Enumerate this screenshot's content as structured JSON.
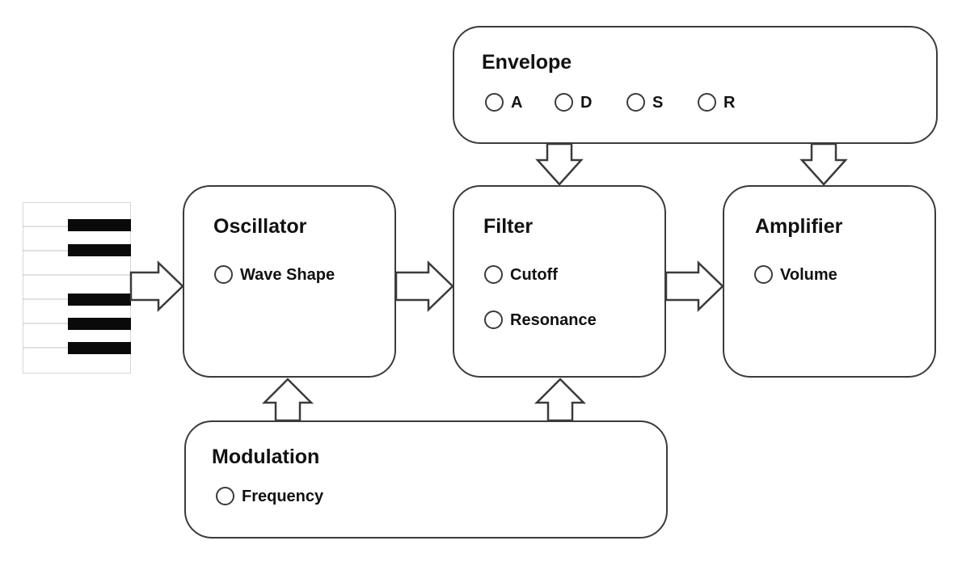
{
  "envelope": {
    "title": "Envelope",
    "controls": [
      {
        "label": "A"
      },
      {
        "label": "D"
      },
      {
        "label": "S"
      },
      {
        "label": "R"
      }
    ]
  },
  "oscillator": {
    "title": "Oscillator",
    "controls": [
      {
        "label": "Wave Shape"
      }
    ]
  },
  "filter": {
    "title": "Filter",
    "controls": [
      {
        "label": "Cutoff"
      },
      {
        "label": "Resonance"
      }
    ]
  },
  "amplifier": {
    "title": "Amplifier",
    "controls": [
      {
        "label": "Volume"
      }
    ]
  },
  "modulation": {
    "title": "Modulation",
    "controls": [
      {
        "label": "Frequency"
      }
    ]
  },
  "keyboard": {
    "icon": "piano-keyboard-icon"
  },
  "colors": {
    "stroke": "#3b3b3b",
    "black_key": "#0a0a0a",
    "background": "#ffffff"
  }
}
